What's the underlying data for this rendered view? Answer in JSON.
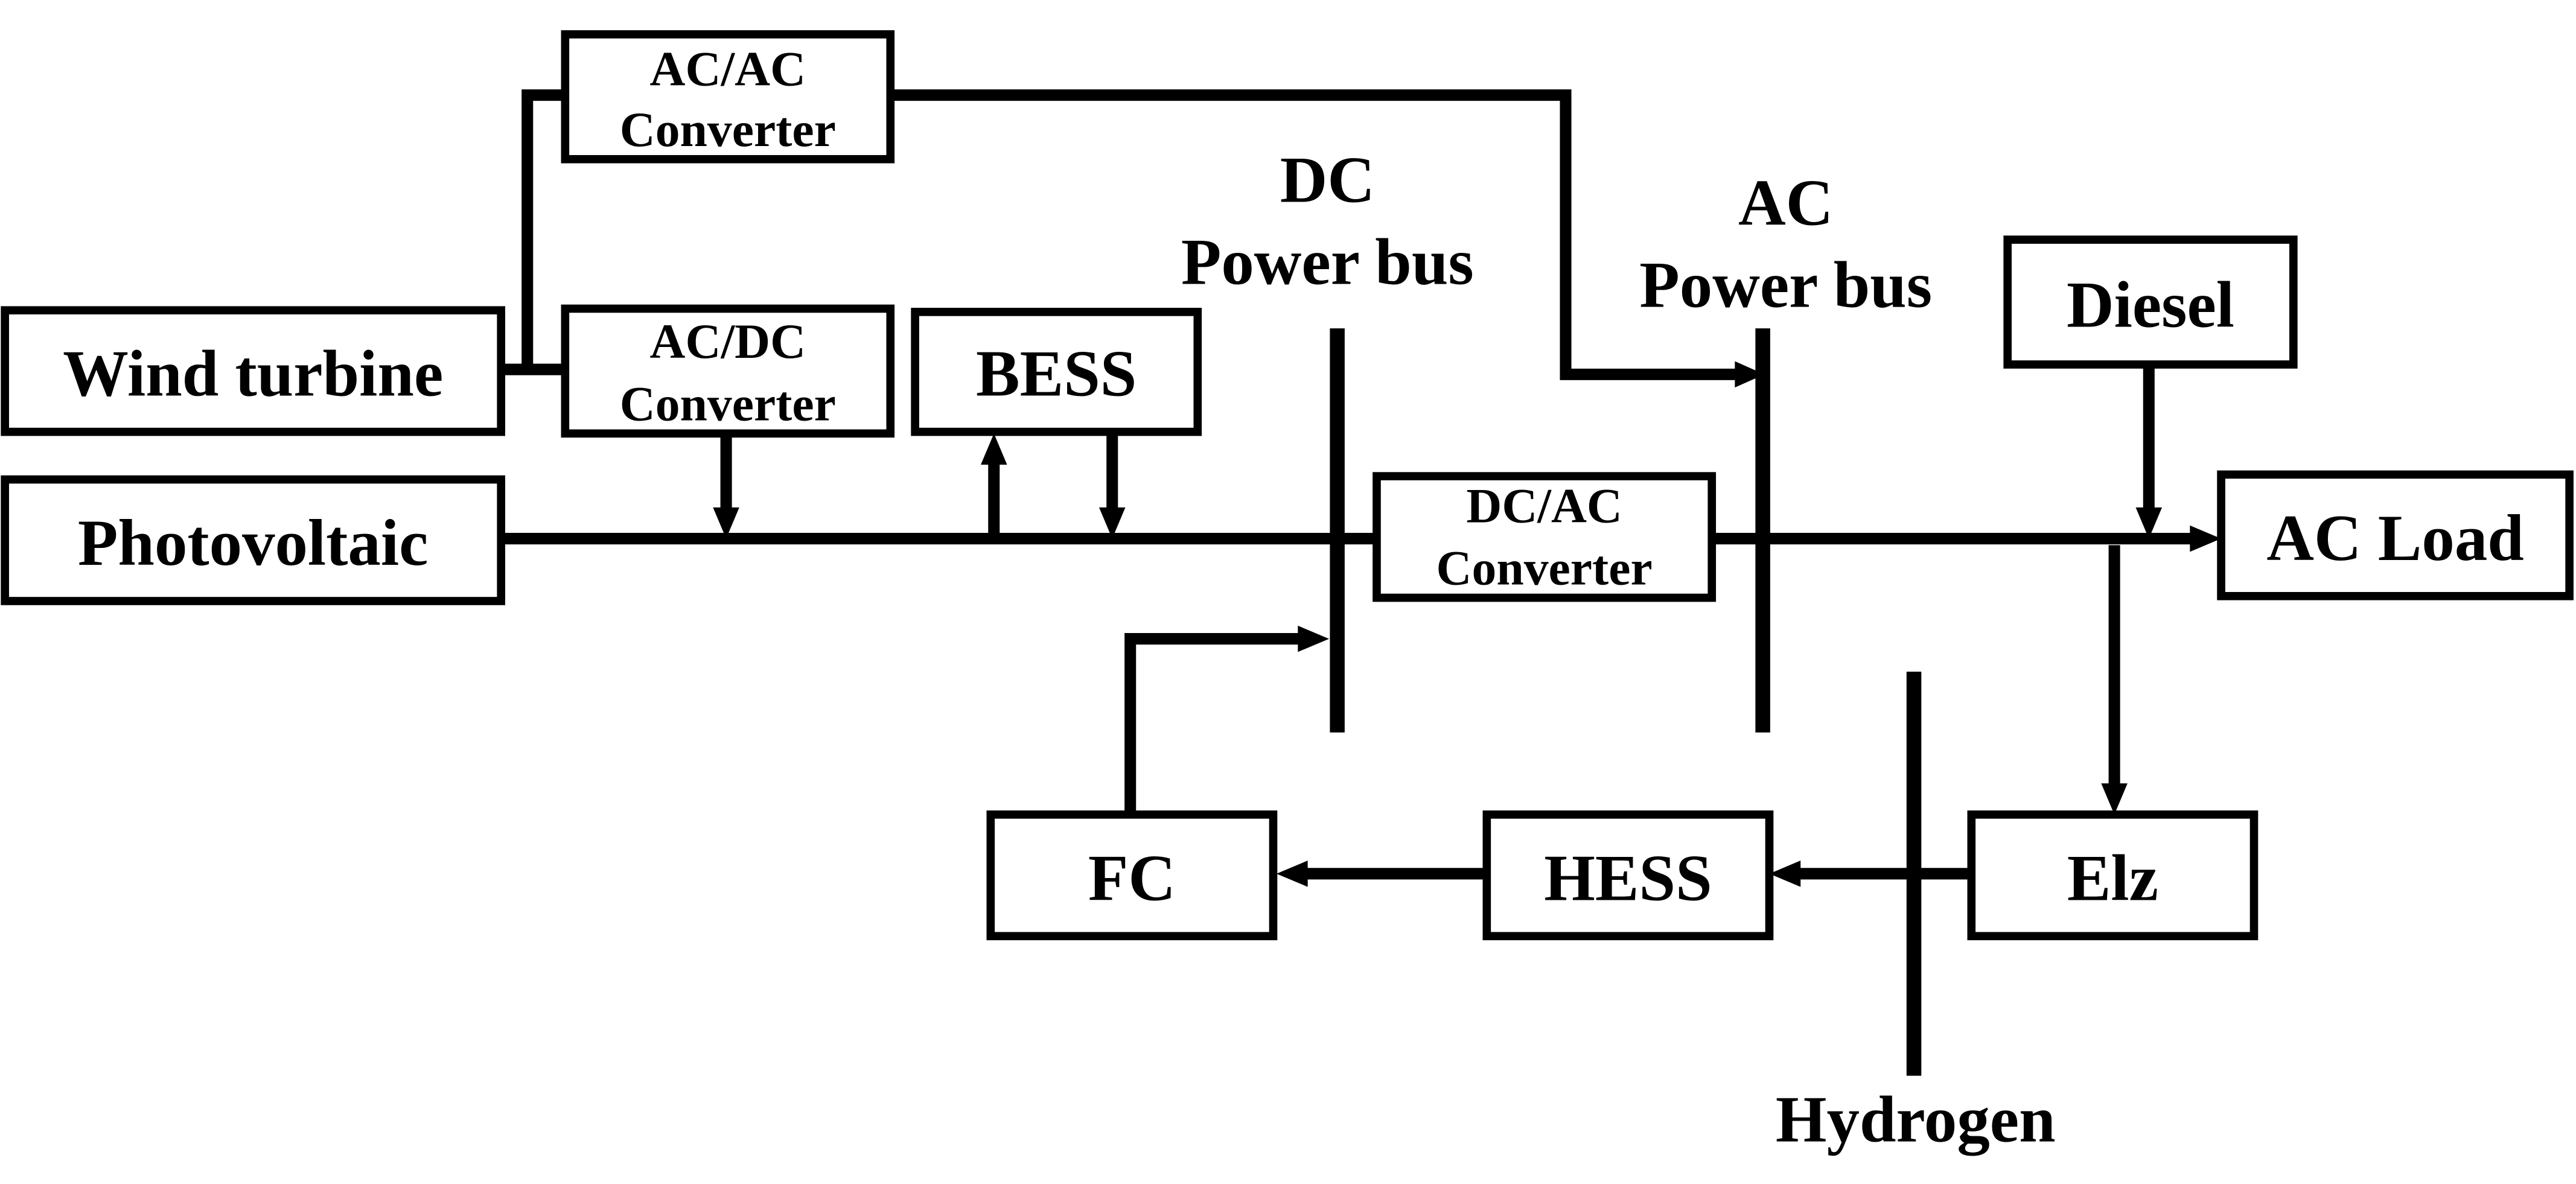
{
  "blocks": {
    "wind_turbine": "Wind turbine",
    "photovoltaic": "Photovoltaic",
    "acac_line1": "AC/AC",
    "acac_line2": "Converter",
    "acdc_line1": "AC/DC",
    "acdc_line2": "Converter",
    "bess": "BESS",
    "dcac_line1": "DC/AC",
    "dcac_line2": "Converter",
    "diesel": "Diesel",
    "ac_load": "AC Load",
    "fc": "FC",
    "hess": "HESS",
    "elz": "Elz"
  },
  "buses": {
    "dc_line1": "DC",
    "dc_line2": "Power bus",
    "ac_line1": "AC",
    "ac_line2": "Power bus",
    "hydrogen": "Hydrogen"
  }
}
